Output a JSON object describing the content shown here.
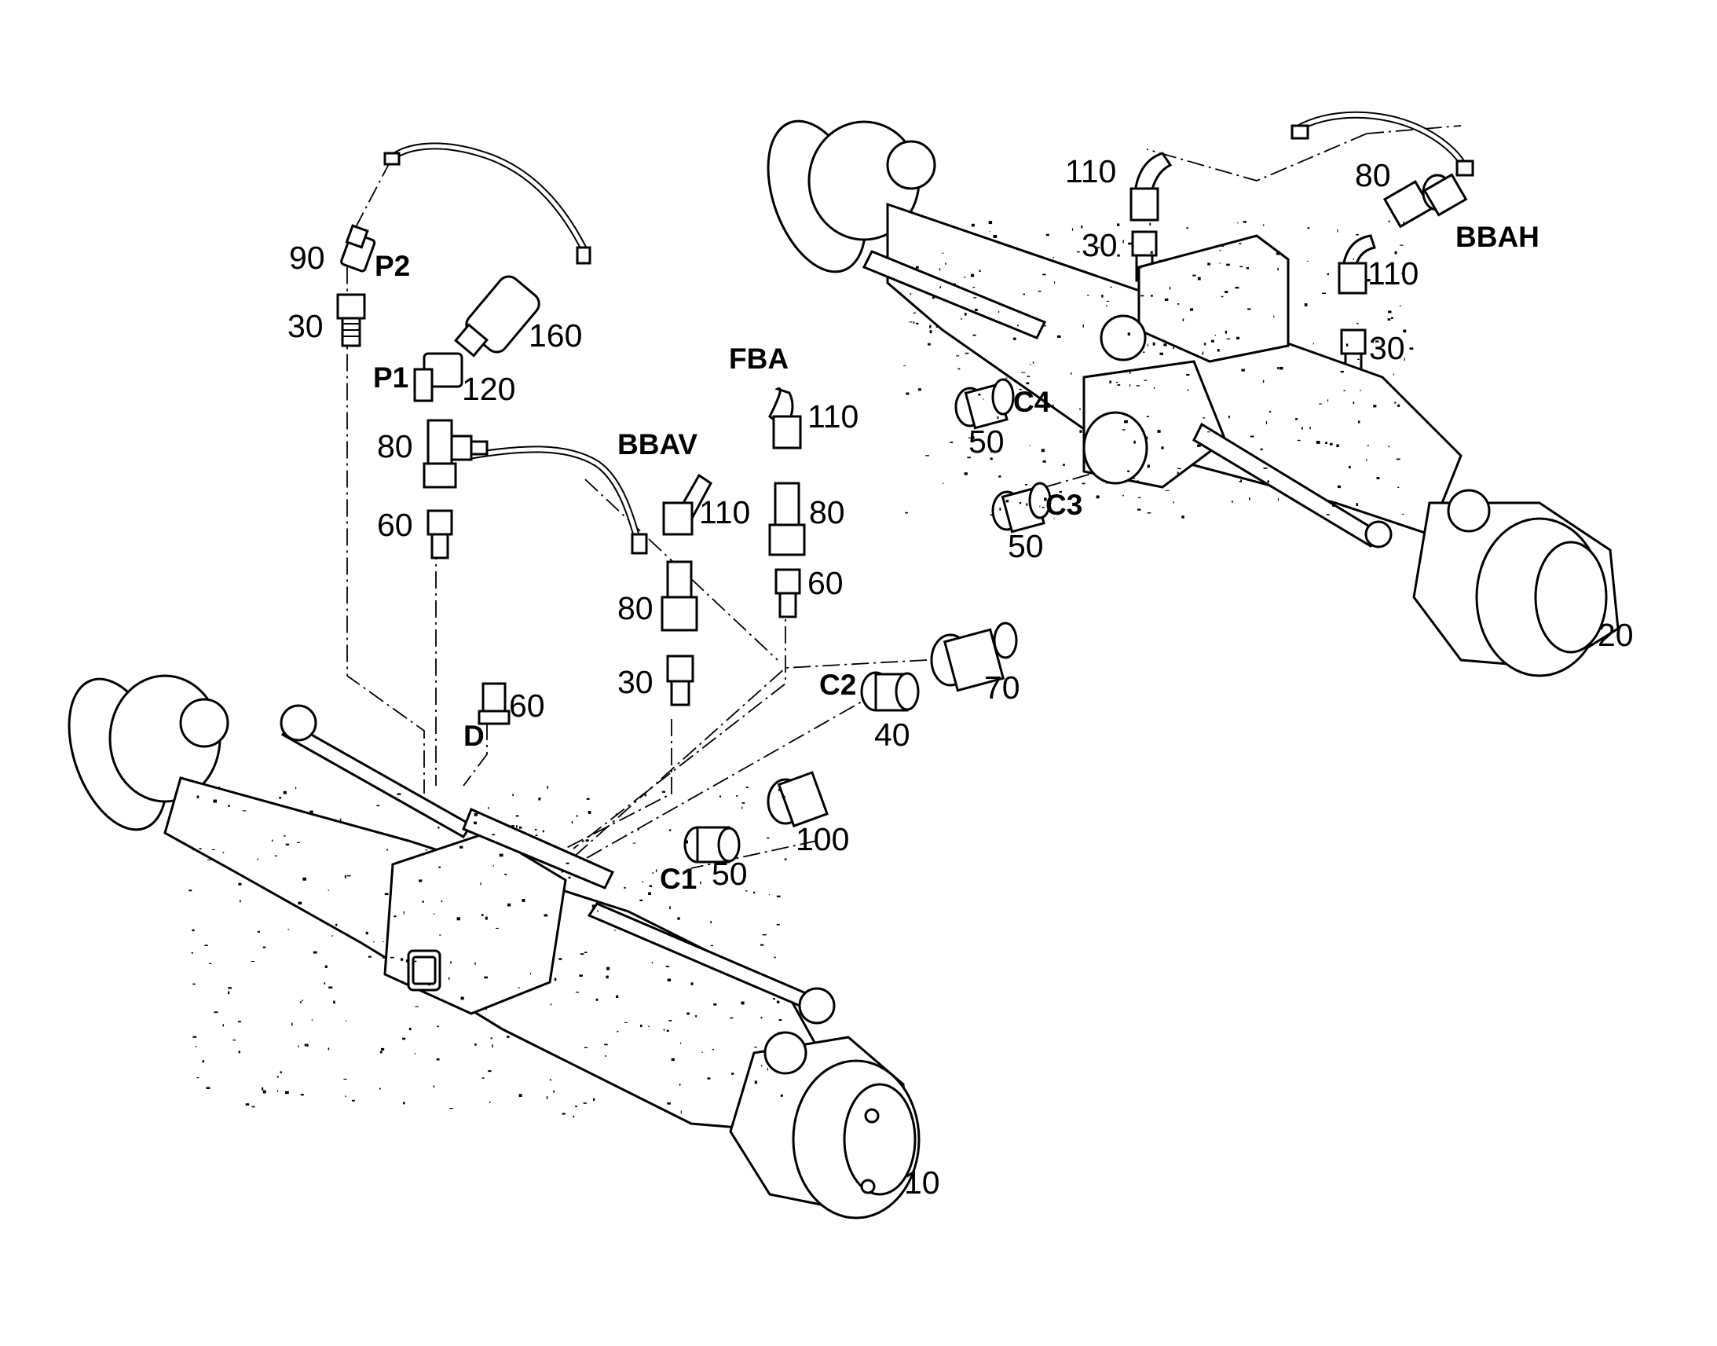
{
  "colors": {
    "line": "#000000",
    "background": "#ffffff"
  },
  "assemblies": {
    "front_axle": {
      "label": "10"
    },
    "rear_axle": {
      "label": "20"
    }
  },
  "callouts": {
    "p2_90": "90",
    "p2": "P2",
    "p2_30": "30",
    "p1": "P1",
    "p1_120": "120",
    "p1_160": "160",
    "tee_80": "80",
    "tee_60": "60",
    "bbav": "BBAV",
    "bbav_110": "110",
    "bbav_80": "80",
    "bbav_30": "30",
    "fba": "FBA",
    "fba_110": "110",
    "fba_80": "80",
    "fba_60": "60",
    "d": "D",
    "d_60": "60",
    "c2": "C2",
    "c2_40": "40",
    "c2_70": "70",
    "c1": "C1",
    "c1_50": "50",
    "c1_100": "100",
    "rear_110a": "110",
    "rear_30a": "30",
    "rear_80": "80",
    "bbah": "BBAH",
    "rear_110b": "110",
    "rear_30b": "30",
    "c4": "C4",
    "c4_50": "50",
    "c3": "C3",
    "c3_50": "50"
  }
}
